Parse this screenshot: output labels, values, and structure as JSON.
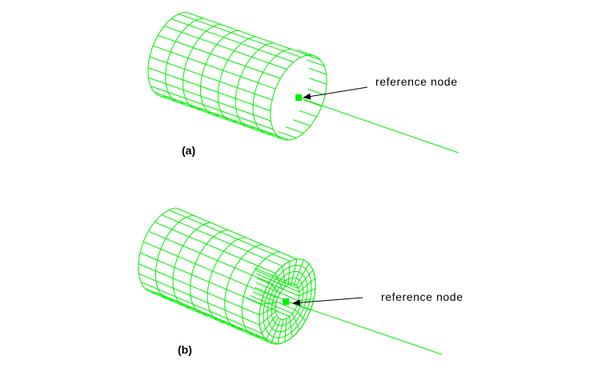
{
  "figure": {
    "colors": {
      "mesh": "#00ee00",
      "node": "#00ee00",
      "arrow": "#000000",
      "text": "#000000",
      "background": "#ffffff"
    },
    "panels": [
      {
        "id": "a",
        "caption": "(a)",
        "model": "solid cylinder wireframe mesh",
        "axial_divisions": 7,
        "circumferential_divisions": 24,
        "radial_rings_on_end_face": 0,
        "hollow": false,
        "reference_node": {
          "label": "reference node",
          "marker": "filled-square",
          "has_beam_element": true
        }
      },
      {
        "id": "b",
        "caption": "(b)",
        "model": "hollow cylinder wireframe mesh",
        "axial_divisions": 7,
        "circumferential_divisions": 24,
        "radial_rings_on_end_face": 4,
        "hollow": true,
        "reference_node": {
          "label": "reference node",
          "marker": "filled-square",
          "has_beam_element": true
        }
      }
    ]
  }
}
